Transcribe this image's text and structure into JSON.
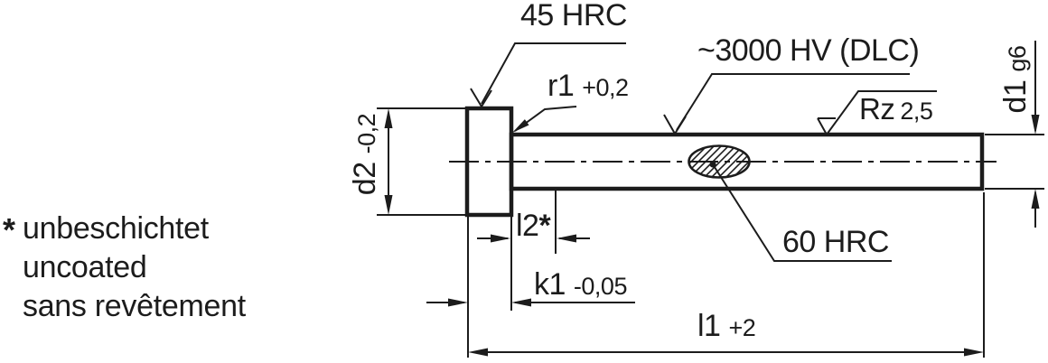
{
  "note": {
    "star": "*",
    "lines": [
      "unbeschichtet",
      "uncoated",
      "sans revêtement"
    ]
  },
  "labels": {
    "head_hardness": "45 HRC",
    "coating_hardness": "~3000 HV (DLC)",
    "core_hardness": "60 HRC",
    "radius": {
      "name": "r1",
      "tolerance": "+0,2"
    },
    "roughness": {
      "name": "Rz",
      "value": "2,5"
    },
    "shaft_diameter": {
      "name": "d1",
      "tolerance": "g6"
    },
    "head_diameter": {
      "name": "d2",
      "tolerance": "-0,2"
    },
    "uncoated_length": {
      "name": "l2",
      "suffix": "*"
    },
    "head_thickness": {
      "name": "k1",
      "tolerance": "-0,05"
    },
    "total_length": {
      "name": "l1",
      "tolerance": "+2"
    }
  },
  "colors": {
    "line": "#1c1c1c",
    "background": "#ffffff"
  }
}
